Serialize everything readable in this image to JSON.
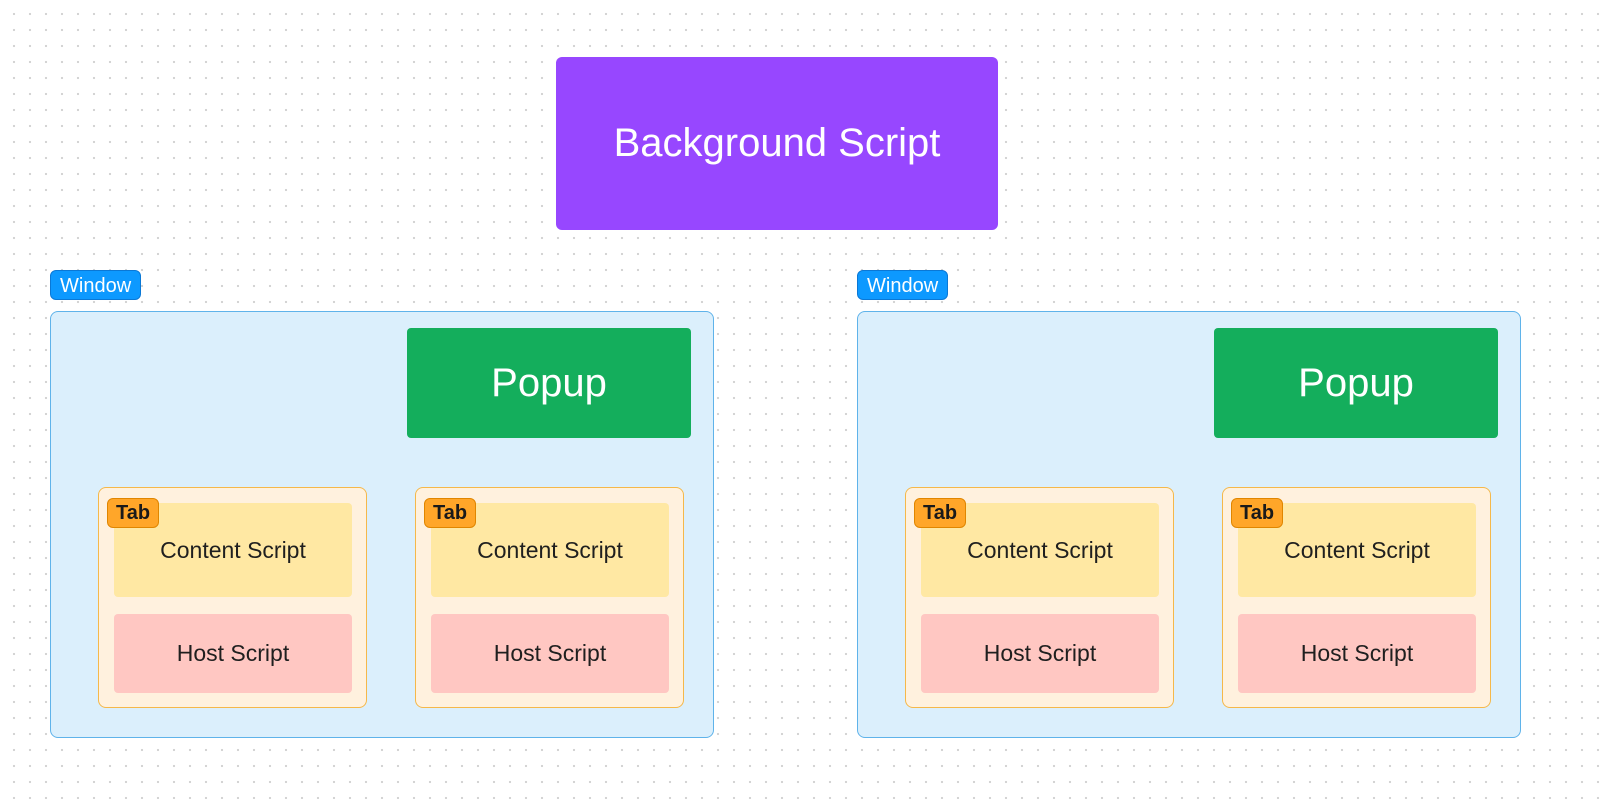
{
  "colors": {
    "background_script": "#9747ff",
    "window_label": "#0d99ff",
    "window_fill": "#dbeffc",
    "window_border": "#5fb3ea",
    "popup": "#14ae5c",
    "tab_fill": "#fff1de",
    "tab_border": "#f5b84a",
    "tab_label": "#ffa629",
    "content_script": "#ffe8a3",
    "host_script": "#ffc7c2"
  },
  "background_script": {
    "label": "Background Script"
  },
  "windows": [
    {
      "label": "Window",
      "popup": {
        "label": "Popup"
      },
      "tabs": [
        {
          "label": "Tab",
          "content_script": "Content Script",
          "host_script": "Host Script"
        },
        {
          "label": "Tab",
          "content_script": "Content Script",
          "host_script": "Host Script"
        }
      ]
    },
    {
      "label": "Window",
      "popup": {
        "label": "Popup"
      },
      "tabs": [
        {
          "label": "Tab",
          "content_script": "Content Script",
          "host_script": "Host Script"
        },
        {
          "label": "Tab",
          "content_script": "Content Script",
          "host_script": "Host Script"
        }
      ]
    }
  ]
}
